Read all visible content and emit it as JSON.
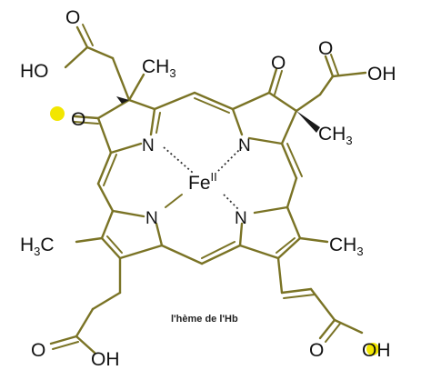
{
  "caption": "l'hème de l'Hb",
  "colors": {
    "bond": "#7a7325",
    "text": "#111111",
    "highlight_atom": "#f2e600"
  },
  "labels": {
    "ho_top_left": "HO",
    "o_top_left": "O",
    "ch3_top": "CH",
    "ch3_top_sub": "3",
    "o_ketone_left": "O",
    "o_ketone_right": "O",
    "o_top_right": "O",
    "oh_top_right": "OH",
    "ch3_right_top": "CH",
    "ch3_right_top_sub": "3",
    "n_upper_left": "N",
    "n_upper_right": "N",
    "n_lower_left": "N",
    "n_lower_right": "N",
    "fe": "Fe",
    "fe_ox": "II",
    "h3c_left": "H",
    "h3c_left_sub": "3",
    "h3c_left_c": "C",
    "ch3_right": "CH",
    "ch3_right_sub": "3",
    "o_bottom_left": "O",
    "oh_bottom_left": "OH",
    "o_bottom_right": "O",
    "oh_bottom_right": "OH"
  }
}
